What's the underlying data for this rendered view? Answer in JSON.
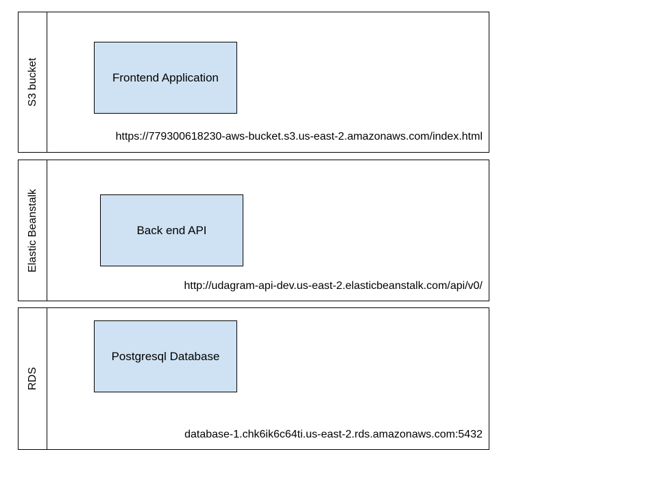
{
  "lanes": [
    {
      "title": "S3 bucket",
      "component": "Frontend Application",
      "url": "https://779300618230-aws-bucket.s3.us-east-2.amazonaws.com/index.html"
    },
    {
      "title": "Elastic Beanstalk",
      "component": "Back end API",
      "url": "http://udagram-api-dev.us-east-2.elasticbeanstalk.com/api/v0/"
    },
    {
      "title": "RDS",
      "component": "Postgresql Database",
      "url": "database-1.chk6ik6c64ti.us-east-2.rds.amazonaws.com:5432"
    }
  ],
  "colors": {
    "component_fill": "#cfe2f3",
    "border": "#000000",
    "background": "#ffffff"
  }
}
